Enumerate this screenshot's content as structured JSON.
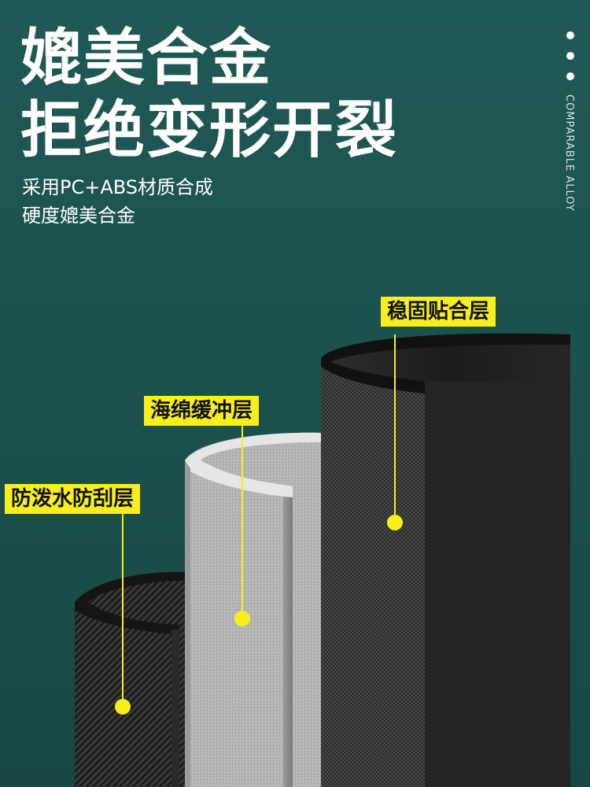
{
  "headline": {
    "line1": "媲美合金",
    "line2": "拒绝变形开裂"
  },
  "subtext": {
    "line1": "采用PC+ABS材质合成",
    "line2": "硬度媲美合金"
  },
  "side_text": "COMPARABLE ALLOY",
  "layers": [
    {
      "label": "防泼水防刮层"
    },
    {
      "label": "海绵缓冲层"
    },
    {
      "label": "稳固贴合层"
    }
  ],
  "colors": {
    "background": "#1d534f",
    "accent": "#f7ee1c",
    "text": "#ffffff"
  }
}
